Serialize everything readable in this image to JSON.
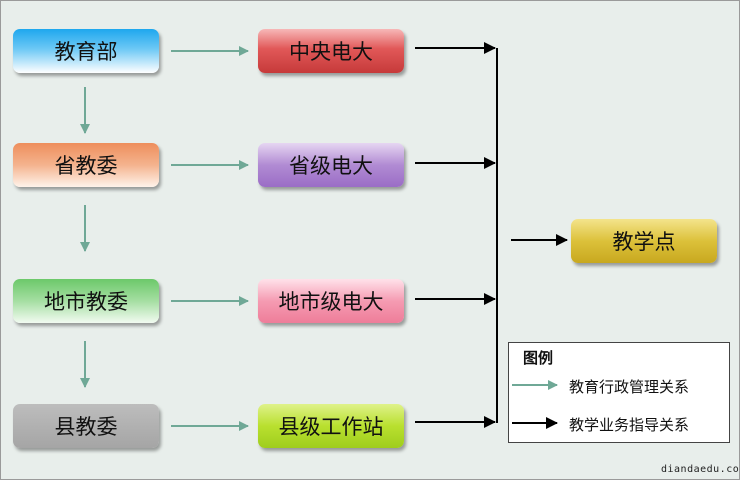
{
  "nodes": {
    "moe": "教育部",
    "prov_edu": "省教委",
    "city_edu": "地市教委",
    "county_edu": "县教委",
    "central_tv": "中央电大",
    "prov_tv": "省级电大",
    "city_tv": "地市级电大",
    "county_ws": "县级工作站",
    "teaching_point": "教学点"
  },
  "legend": {
    "title": "图例",
    "admin_relation": "教育行政管理关系",
    "teaching_relation": "教学业务指导关系"
  },
  "colors": {
    "admin_arrow": "#6fa896",
    "teaching_arrow": "#000000",
    "background": "#e8eeeb"
  },
  "watermark": "diandaedu.com"
}
